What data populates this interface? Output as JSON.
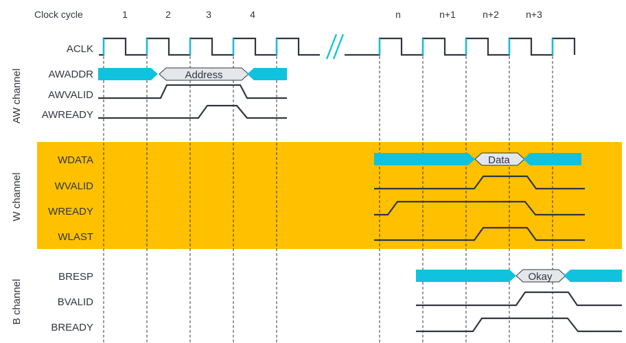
{
  "header": {
    "clock_cycle_label": "Clock cycle",
    "cycles": [
      "1",
      "2",
      "3",
      "4",
      "n",
      "n+1",
      "n+2",
      "n+3"
    ]
  },
  "clock": {
    "label": "ACLK",
    "break_mark": "//"
  },
  "channels": [
    {
      "label": "AW channel",
      "signals": [
        {
          "label": "AWADDR",
          "kind": "bus",
          "value": "Address"
        },
        {
          "label": "AWVALID",
          "kind": "wave"
        },
        {
          "label": "AWREADY",
          "kind": "wave"
        }
      ]
    },
    {
      "label": "W channel",
      "highlighted": true,
      "signals": [
        {
          "label": "WDATA",
          "kind": "bus",
          "value": "Data"
        },
        {
          "label": "WVALID",
          "kind": "wave"
        },
        {
          "label": "WREADY",
          "kind": "wave"
        },
        {
          "label": "WLAST",
          "kind": "wave"
        }
      ]
    },
    {
      "label": "B channel",
      "signals": [
        {
          "label": "BRESP",
          "kind": "bus",
          "value": "Okay"
        },
        {
          "label": "BVALID",
          "kind": "wave"
        },
        {
          "label": "BREADY",
          "kind": "wave"
        }
      ]
    }
  ],
  "colors": {
    "line": "#2f3640",
    "bus_fill": "#10c2dd",
    "bus_label_fill": "#e4e7ea",
    "highlight_band": "#ffc000",
    "clock_edge": "#10c2dd",
    "guide": "#2f3640"
  }
}
